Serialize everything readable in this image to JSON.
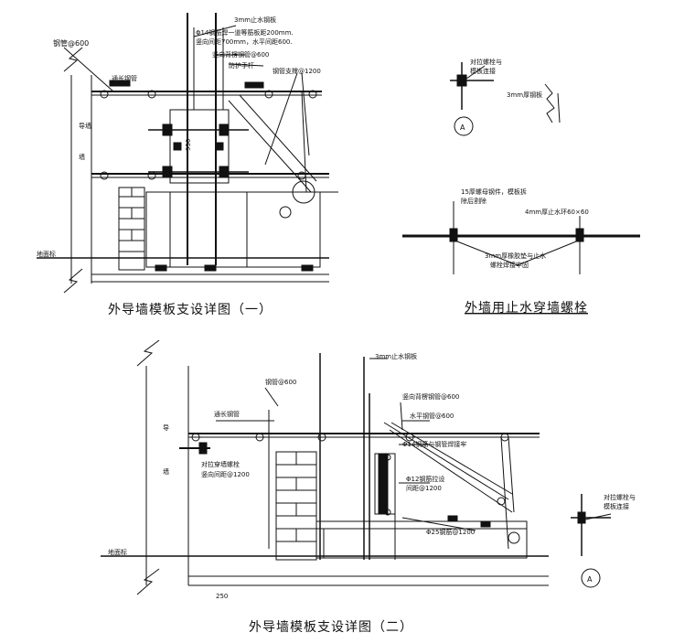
{
  "detail1": {
    "caption": "外导墙模板支设详图（一）",
    "labels": {
      "pipe_600": "钢管@600",
      "stop_plate": "3mm止水钢板",
      "rebar_note1": "Φ14钢筋焊一道等筋板距200mm.",
      "rebar_note2": "竖向间距700mm，水平间距600.",
      "vertical_pipe": "竖向背楞钢管@600",
      "through_pipe": "通长钢管",
      "hand_rail": "防护手杆",
      "brace_1200": "钢管支撑@1200",
      "wall_vert": "导墙",
      "wall_vert2": "墙",
      "dim_950": "950",
      "ground": "地面标"
    }
  },
  "detail_bolt": {
    "caption": "外墙用止水穿墙螺栓",
    "labels": {
      "nut_top": "对拉螺栓与",
      "nut_top2": "模板连接",
      "plate_3mm": "3mm厚钢板",
      "weld_note1": "15厚螺母钢件，模板拆",
      "weld_note2": "除后割除",
      "water_ring": "4mm厚止水环60×60",
      "cushion1": "3mm厚橡胶垫与止水",
      "cushion2": "螺栓焊接牢固",
      "marker": "A"
    }
  },
  "detail2": {
    "caption": "外导墙模板支设详图（二）",
    "labels": {
      "stop_plate": "3mm止水钢板",
      "pipe_600": "钢管@600",
      "through_pipe": "通长钢管",
      "bolt1": "对拉穿墙螺栓",
      "bolt2": "竖向间距@1200",
      "vertical_pipe": "竖向背楞钢管@600",
      "horizontal_pipe": "水平钢管@600",
      "rebar_weld": "Φ14钢筋与钢管焊接牢",
      "brace1": "Φ12钢筋拉设",
      "brace2": "间距@1200",
      "embed": "Φ25钢筋@1200",
      "wall1": "导",
      "wall2": "墙",
      "ground": "地面标",
      "dim": "250",
      "nut1": "对拉螺栓与",
      "nut2": "模板连接",
      "marker": "A"
    }
  }
}
